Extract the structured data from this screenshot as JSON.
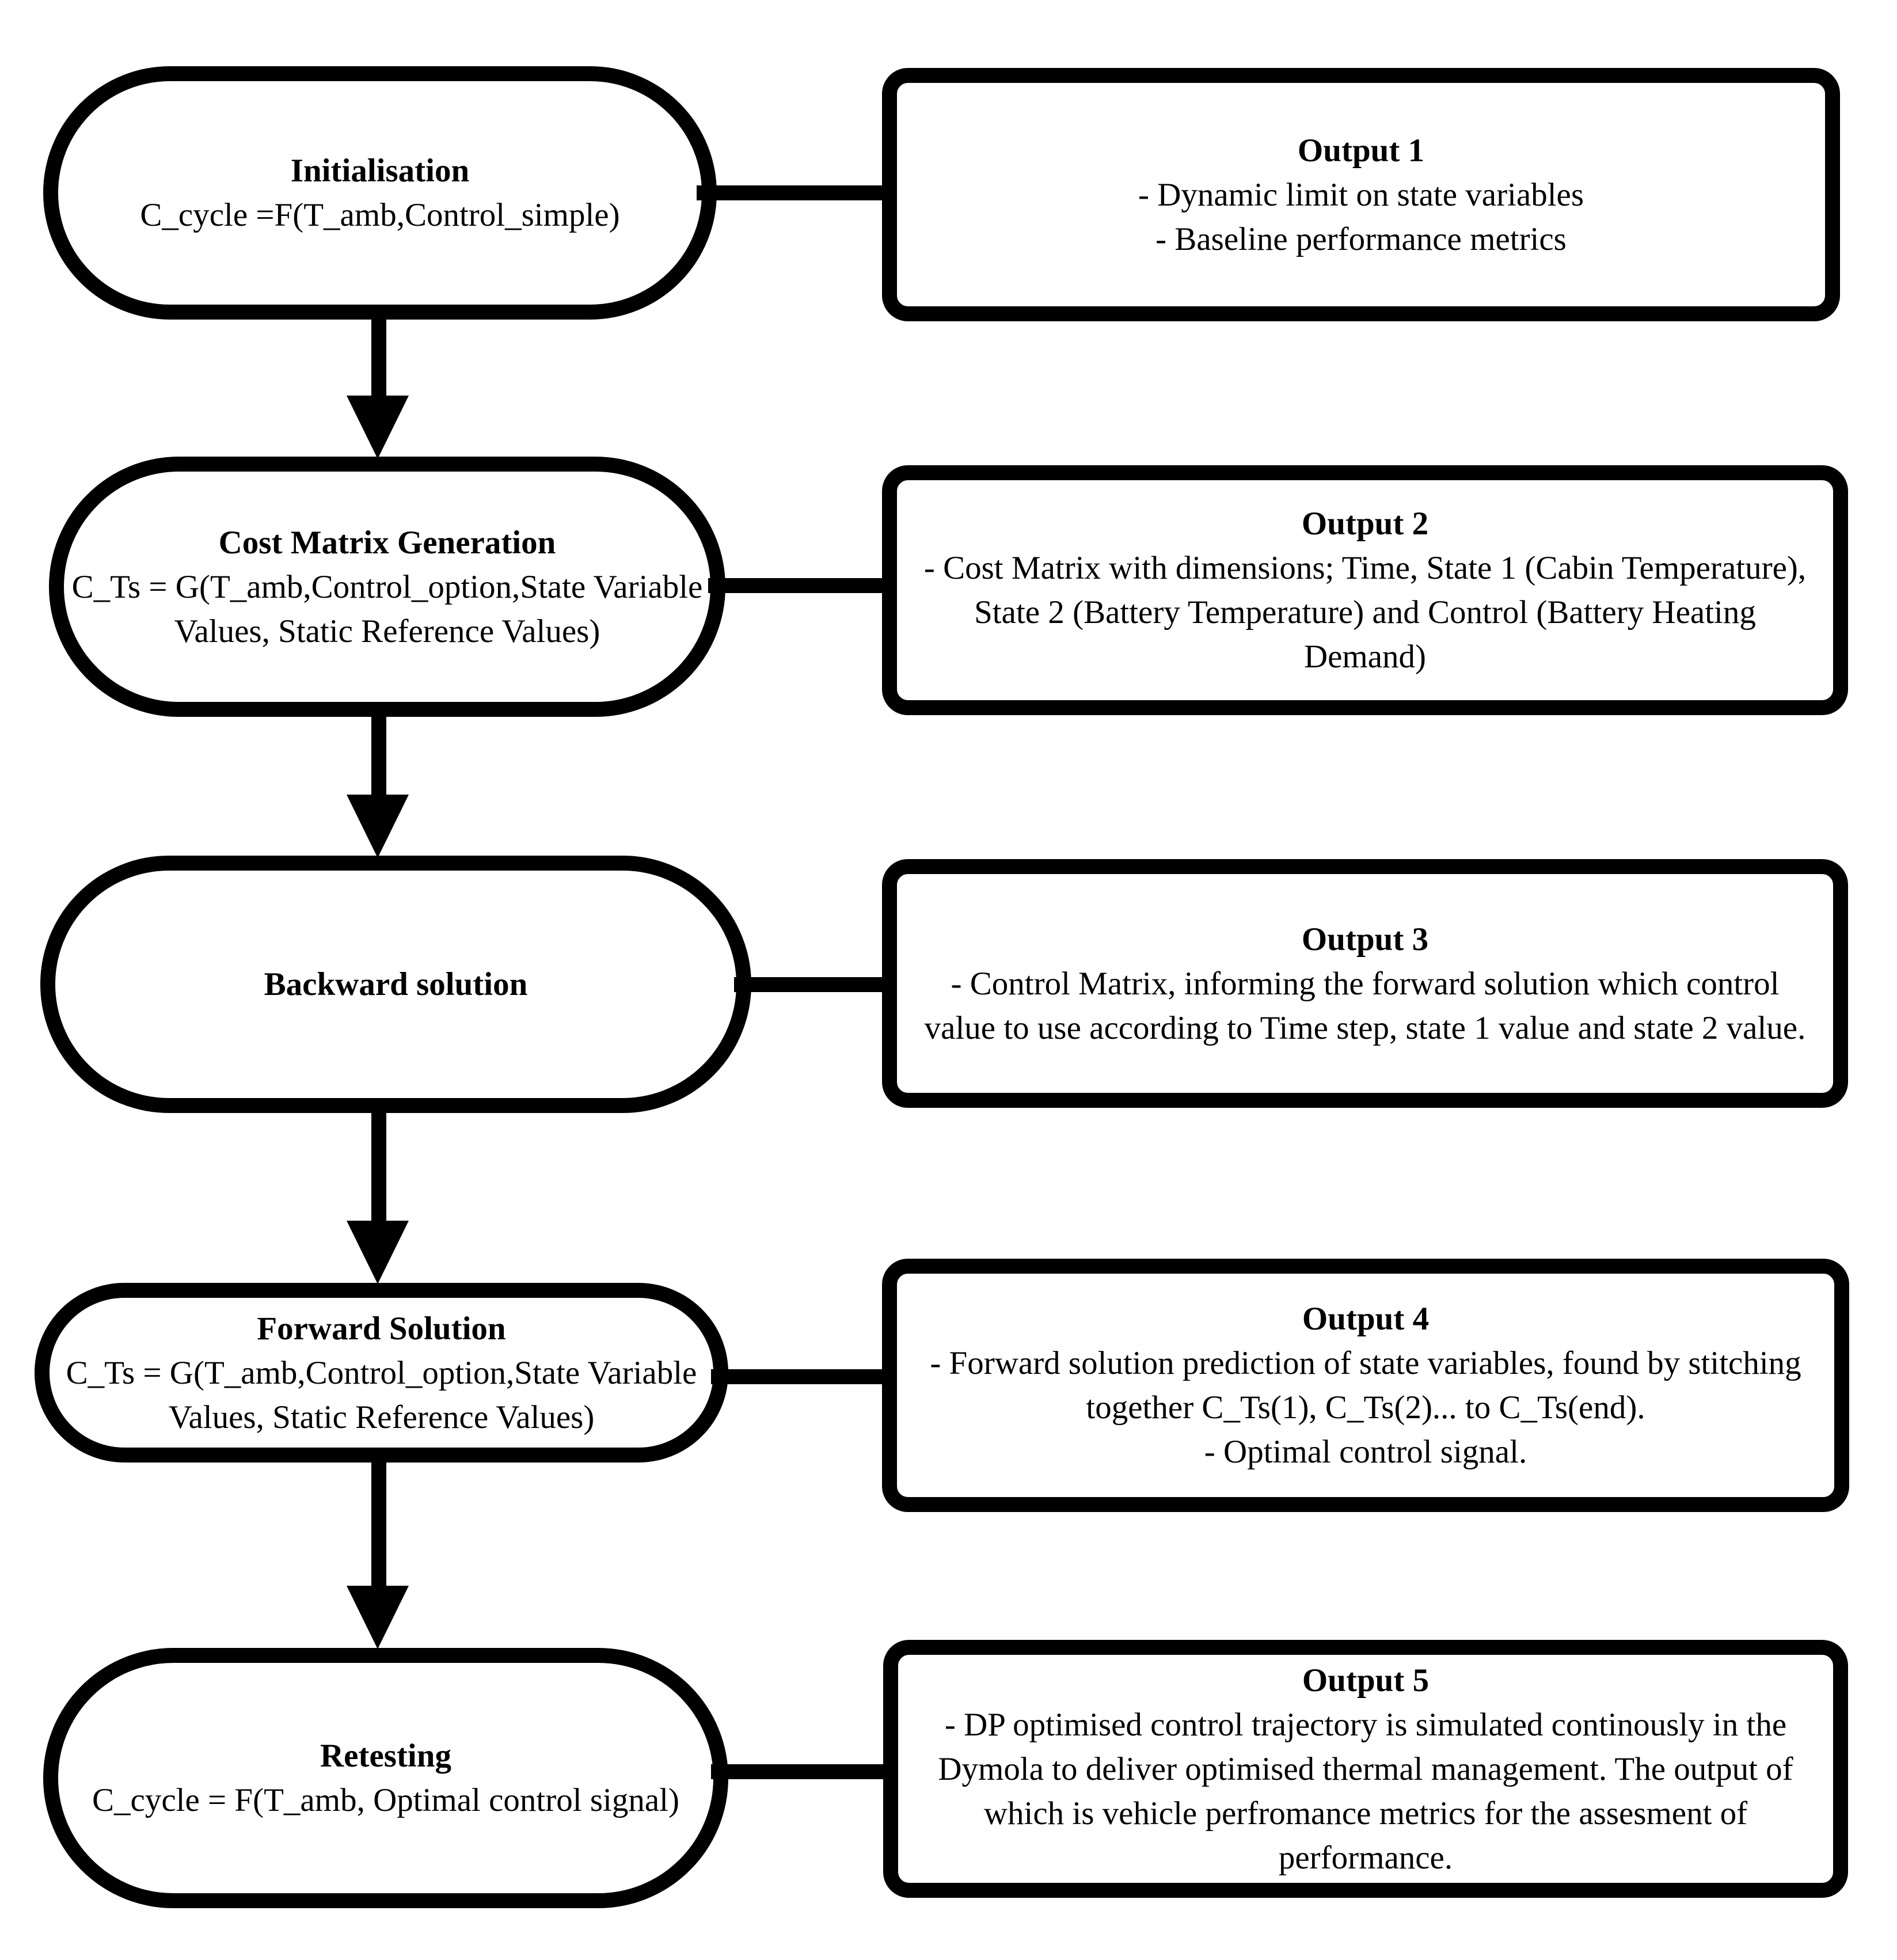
{
  "diagram": {
    "colors": {
      "background": "#ffffff",
      "stroke": "#000000",
      "text": "#000000"
    },
    "rows": [
      {
        "node": {
          "title": "Initialisation",
          "body": "C_cycle =F(T_amb,Control_simple)"
        },
        "output": {
          "title": "Output 1",
          "lines": [
            "- Dynamic limit on state variables",
            "- Baseline performance metrics"
          ]
        }
      },
      {
        "node": {
          "title": "Cost Matrix Generation",
          "body": "C_Ts = G(T_amb,Control_option,State Variable Values, Static Reference Values)"
        },
        "output": {
          "title": "Output 2",
          "lines": [
            "- Cost Matrix with dimensions; Time, State 1 (Cabin Temperature), State 2 (Battery Temperature) and Control (Battery Heating Demand)"
          ]
        }
      },
      {
        "node": {
          "title": "Backward solution"
        },
        "output": {
          "title": "Output 3",
          "lines": [
            "- Control Matrix, informing the forward solution which control value to use according to Time step, state 1 value and state 2 value."
          ]
        }
      },
      {
        "node": {
          "title": "Forward Solution",
          "body": "C_Ts =  G(T_amb,Control_option,State Variable Values, Static Reference Values)"
        },
        "output": {
          "title": "Output 4",
          "lines": [
            "- Forward solution prediction of state variables, found by stitching together C_Ts(1), C_Ts(2)... to C_Ts(end).",
            "- Optimal control signal."
          ]
        }
      },
      {
        "node": {
          "title": "Retesting",
          "body": "C_cycle = F(T_amb, Optimal control signal)"
        },
        "output": {
          "title": "Output 5",
          "lines": [
            "- DP optimised control trajectory is simulated continously in the Dymola to deliver optimised thermal management. The output of  which is vehicle perfromance metrics for the assesment of performance."
          ]
        }
      }
    ]
  }
}
